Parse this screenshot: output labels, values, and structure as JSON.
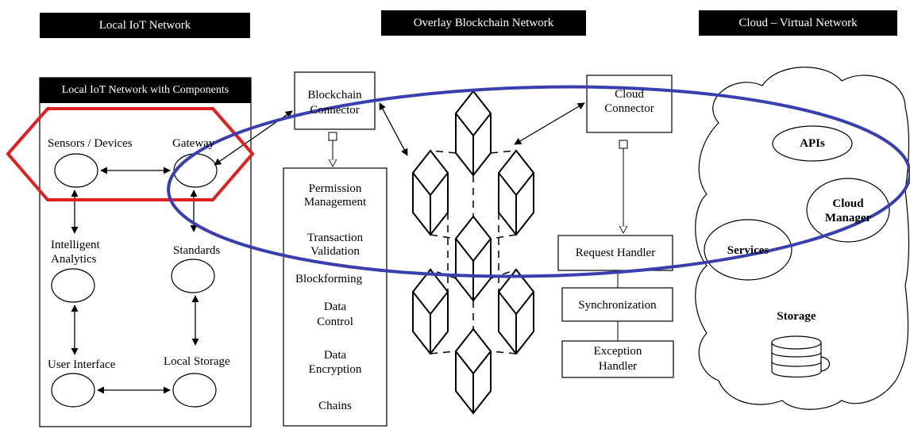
{
  "headers": {
    "local": "Local IoT Network",
    "overlay": "Overlay Blockchain Network",
    "cloud": "Cloud – Virtual Network"
  },
  "local_panel": {
    "title": "Local IoT Network with Components",
    "sensors": "Sensors / Devices",
    "gateway": "Gateway",
    "intelligent_line1": "Intelligent",
    "intelligent_line2": "Analytics",
    "standards": "Standards",
    "user_interface": "User Interface",
    "local_storage": "Local Storage"
  },
  "blockchain": {
    "connector_line1": "Blockchain",
    "connector_line2": "Connector",
    "functions": [
      [
        "Permission",
        "Management"
      ],
      [
        "Transaction",
        "Validation"
      ],
      [
        "Blockforming"
      ],
      [
        "Data",
        "Control"
      ],
      [
        "Data",
        "Encryption"
      ],
      [
        "Chains"
      ]
    ]
  },
  "cloud_side": {
    "connector_line1": "Cloud",
    "connector_line2": "Connector",
    "request_handler": "Request Handler",
    "synchronization": "Synchronization",
    "exception_line1": "Exception",
    "exception_line2": "Handler",
    "apis": "APIs",
    "manager_line1": "Cloud",
    "manager_line2": "Manager",
    "services": "Services",
    "storage": "Storage"
  },
  "colors": {
    "highlight_red": "#e02020",
    "highlight_blue": "#3a3fb0"
  }
}
